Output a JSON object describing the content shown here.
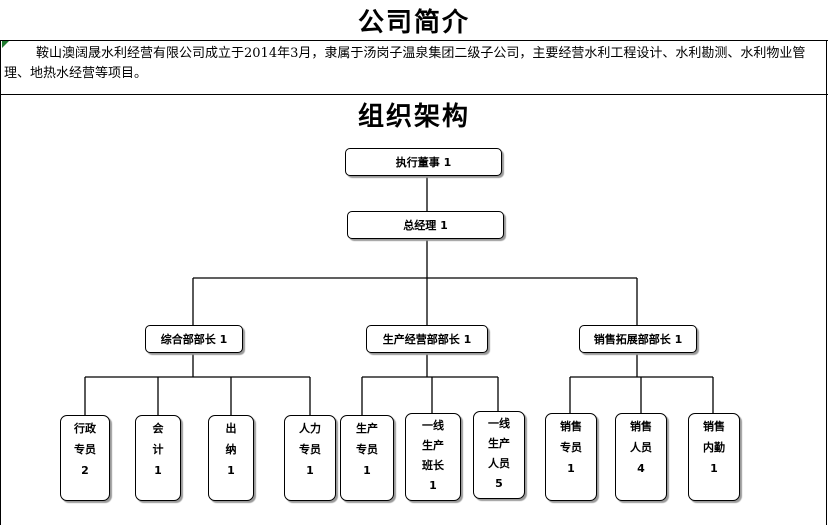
{
  "header": {
    "title": "公司简介"
  },
  "intro": {
    "text": "鞍山澳阔晟水利经营有限公司成立于2014年3月，隶属于汤岗子温泉集团二级子公司，主要经营水利工程设计、水利勘测、水利物业管理、地热水经营等项目。"
  },
  "org": {
    "title": "组织架构",
    "level1": {
      "label": "执行董事 1"
    },
    "level2": {
      "label": "总经理 1"
    },
    "departments": [
      {
        "label": "综合部部长 1",
        "staff": [
          {
            "lines": [
              "行政",
              "专员",
              "2"
            ]
          },
          {
            "lines": [
              "会",
              "计",
              "1"
            ]
          },
          {
            "lines": [
              "出",
              "纳",
              "1"
            ]
          },
          {
            "lines": [
              "人力",
              "专员",
              "1"
            ]
          }
        ]
      },
      {
        "label": "生产经营部部长 1",
        "staff": [
          {
            "lines": [
              "生产",
              "专员",
              "1"
            ]
          },
          {
            "lines": [
              "一线",
              "生产",
              "班长",
              "1"
            ]
          },
          {
            "lines": [
              "一线",
              "生产",
              "人员",
              "5"
            ]
          }
        ]
      },
      {
        "label": "销售拓展部部长 1",
        "staff": [
          {
            "lines": [
              "销售",
              "专员",
              "1"
            ]
          },
          {
            "lines": [
              "销售",
              "人员",
              "4"
            ]
          },
          {
            "lines": [
              "销售",
              "内勤",
              "1"
            ]
          }
        ]
      }
    ]
  }
}
